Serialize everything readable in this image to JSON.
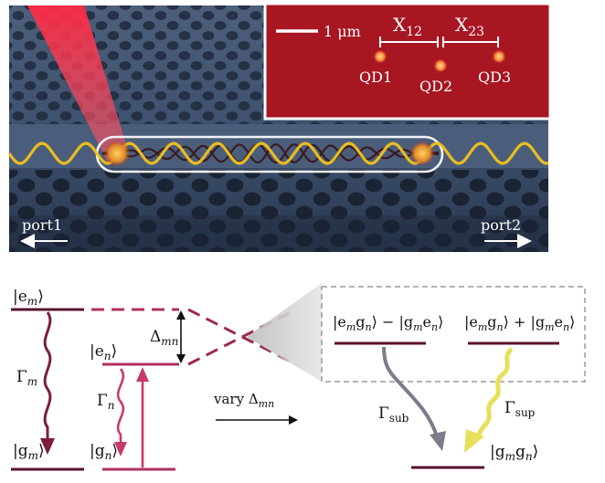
{
  "crystal": {
    "port_left": "port1",
    "port_right": "port2",
    "colors": {
      "slab": "#3f5472",
      "laser": "#e8344a",
      "mode_yellow": "#f2c21a",
      "mode_dark": "#3a1a22"
    }
  },
  "inset": {
    "scale_label": "1 μm",
    "sep_a": "X",
    "sep_a_sub": "12",
    "sep_b": "X",
    "sep_b_sub": "23",
    "dots": [
      "QD1",
      "QD2",
      "QD3"
    ],
    "colors": {
      "background": "#a81622",
      "dot": "#ffb347"
    }
  },
  "levels": {
    "em": "|e",
    "em_sub": "m",
    "gm": "|g",
    "gm_sub": "m",
    "en": "|e",
    "en_sub": "n",
    "gn": "|g",
    "gn_sub": "n",
    "gamma_m": "Γ",
    "gamma_m_sub": "m",
    "gamma_n": "Γ",
    "gamma_n_sub": "n",
    "delta": "Δ",
    "delta_sub": "mn",
    "vary": "vary Δ",
    "vary_sub": "mn",
    "colors": {
      "m": "#7a1e3e",
      "n": "#c83a6a"
    }
  },
  "collective": {
    "minus_state": "|e_m g_n⟩ − |g_m e_n⟩",
    "plus_state": "|e_m g_n⟩ + |g_m e_n⟩",
    "ground": "|g_m g_n⟩",
    "gamma_sub": "Γ",
    "gamma_sub_label": "sub",
    "gamma_sup": "Γ",
    "gamma_sup_label": "sup",
    "colors": {
      "sub": "#7c7c8a",
      "sup": "#e6e05a",
      "line": "#5a1230"
    }
  }
}
